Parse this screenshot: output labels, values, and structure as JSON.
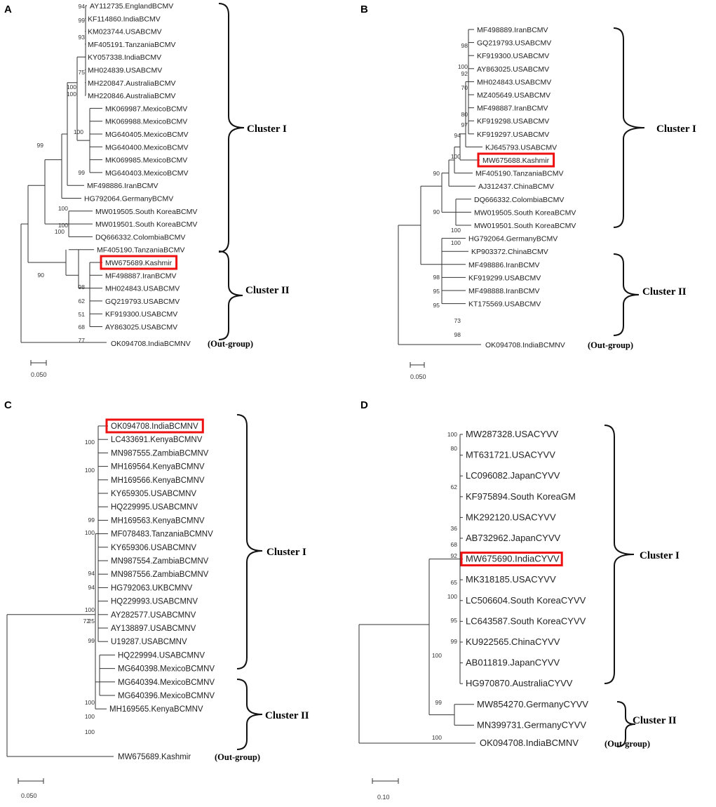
{
  "panels": [
    {
      "id": "A",
      "leaves": [
        "AY112735.EnglandBCMV",
        "KF114860.IndiaBCMV",
        "KM023744.USABCMV",
        "MF405191.TanzaniaBCMV",
        "KY057338.IndiaBCMV",
        "MH024839.USABCMV",
        "MH220847.AustraliaBCMV",
        "MH220846.AustraliaBCMV",
        "MK069987.MexicoBCMV",
        "MK069988.MexicoBCMV",
        "MG640405.MexicoBCMV",
        "MG640400.MexicoBCMV",
        "MK069985.MexicoBCMV",
        "MG640403.MexicoBCMV",
        "MF498886.IranBCMV",
        "HG792064.GermanyBCMV",
        "MW019505.South KoreaBCMV",
        "MW019501.South KoreaBCMV",
        "DQ666332.ColombiaBCMV",
        "MF405190.TanzaniaBCMV",
        "MW675689.Kashmir",
        "MF498887.IranBCMV",
        "MH024843.USABCMV",
        "GQ219793.USABCMV",
        "KF919300.USABCMV",
        "AY863025.USABCMV"
      ],
      "outgroup_leaf": "OK094708.IndiaBCMNV",
      "outgroup_label": "(Out-group)",
      "highlight": "MW675689.Kashmir",
      "bootstrap": [
        "94",
        "99",
        "93",
        "75",
        "100",
        "100",
        "100",
        "99",
        "99",
        "100",
        "100",
        "100",
        "90",
        "98",
        "62",
        "51",
        "68",
        "77"
      ],
      "clusters": [
        "Cluster I",
        "Cluster II"
      ],
      "scale": "0.050"
    },
    {
      "id": "B",
      "leaves": [
        "MF498889.IranBCMV",
        "GQ219793.USABCMV",
        "KF919300.USABCMV",
        "AY863025.USABCMV",
        "MH024843.USABCMV",
        "MZ405649.USABCMV",
        "MF498887.IranBCMV",
        "KF919298.USABCMV",
        "KF919297.USABCMV",
        "KJ645793.USABCMV",
        "MW675688.Kashmir",
        "MF405190.TanzaniaBCMV",
        "AJ312437.ChinaBCMV",
        "DQ666332.ColombiaBCMV",
        "MW019505.South KoreaBCMV",
        "MW019501.South KoreaBCMV",
        "HG792064.GermanyBCMV",
        "KP903372.ChinaBCMV",
        "MF498886.IranBCMV",
        "KF919299.USABCMV",
        "MF498888.IranBCMV",
        "KT175569.USABCMV"
      ],
      "outgroup_leaf": "OK094708.IndiaBCMNV",
      "outgroup_label": "(Out-group)",
      "highlight": "MW675688.Kashmir",
      "bootstrap": [
        "98",
        "100",
        "92",
        "70",
        "80",
        "97",
        "94",
        "100",
        "90",
        "90",
        "100",
        "100",
        "98",
        "95",
        "95",
        "73",
        "98"
      ],
      "clusters": [
        "Cluster I",
        "Cluster II"
      ],
      "scale": "0.050"
    },
    {
      "id": "C",
      "leaves": [
        "OK094708.IndiaBCMNV",
        "LC433691.KenyaBCMNV",
        "MN987555.ZambiaBCMNV",
        "MH169564.KenyaBCMNV",
        "MH169566.KenyaBCMNV",
        "KY659305.USABCMNV",
        "HQ229995.USABCMNV",
        "MH169563.KenyaBCMNV",
        "MF078483.TanzaniaBCMNV",
        "KY659306.USABCMNV",
        "MN987554.ZambiaBCMNV",
        "MN987556.ZambiaBCMNV",
        "HG792063.UKBCMNV",
        "HQ229993.USABCMNV",
        "AY282577.USABCMNV",
        "AY138897.USABCMNV",
        "U19287.USABCMNV",
        "HQ229994.USABCMNV",
        "MG640398.MexicoBCMNV",
        "MG640394.MexicoBCMNV",
        "MG640396.MexicoBCMNV",
        "MH169565.KenyaBCMNV"
      ],
      "outgroup_leaf": "MW675689.Kashmir",
      "outgroup_label": "(Out-group)",
      "highlight": "OK094708.IndiaBCMNV",
      "bootstrap": [
        "100",
        "100",
        "99",
        "100",
        "94",
        "94",
        "100",
        "72",
        "25",
        "99",
        "100",
        "100",
        "100"
      ],
      "clusters": [
        "Cluster I",
        "Cluster II"
      ],
      "scale": "0.050"
    },
    {
      "id": "D",
      "leaves": [
        "MW287328.USACYVV",
        "MT631721.USACYVV",
        "LC096082.JapanCYVV",
        "KF975894.South KoreaGM",
        "MK292120.USACYVV",
        "AB732962.JapanCYVV",
        "MW675690.IndiaCYVV",
        "MK318185.USACYVV",
        "LC506604.South KoreaCYVV",
        "LC643587.South KoreaCYVV",
        "KU922565.ChinaCYVV",
        "AB011819.JapanCYVV",
        "HG970870.AustraliaCYVV",
        "MW854270.GermanyCYVV",
        "MN399731.GermanyCYVV"
      ],
      "outgroup_leaf": "OK094708.IndiaBCMNV",
      "outgroup_label": "(Out-group)",
      "highlight": "MW675690.IndiaCYVV",
      "bootstrap": [
        "100",
        "80",
        "62",
        "36",
        "68",
        "92",
        "65",
        "100",
        "95",
        "99",
        "100",
        "99",
        "100"
      ],
      "clusters": [
        "Cluster I",
        "Cluster II"
      ],
      "scale": "0.10"
    }
  ]
}
